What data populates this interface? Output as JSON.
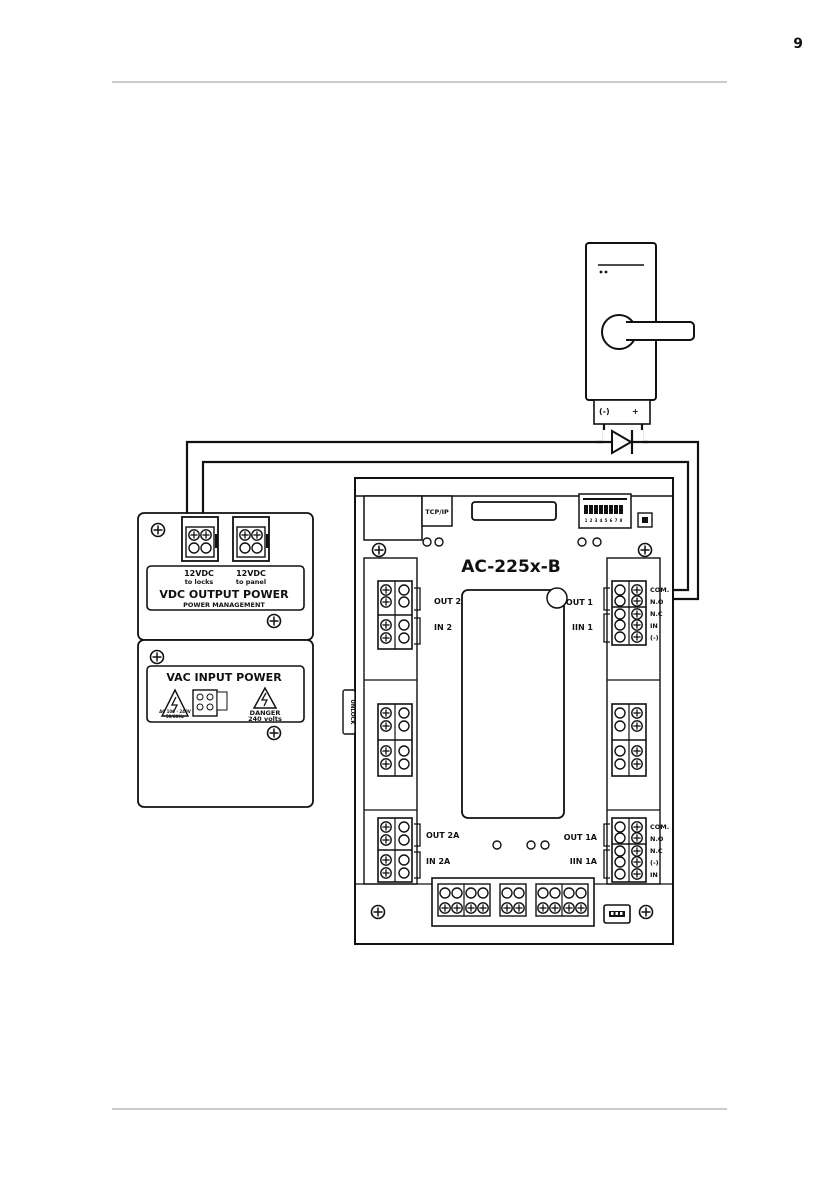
{
  "page": {
    "page_number": "9"
  },
  "lock": {
    "minus_label": "(-)",
    "plus_label": "+"
  },
  "psu": {
    "out1_label": "12VDC",
    "out1_sub": "to locks",
    "out2_label": "12VDC",
    "out2_sub": "to panel",
    "output_title": "VDC OUTPUT POWER",
    "output_sub": "POWER MANAGEMENT",
    "input_title": "VAC INPUT POWER",
    "input_line1": "AC 100 - 240V",
    "input_line2": "50/60Hz",
    "danger_label": "DANGER",
    "danger_sub": "240 volts"
  },
  "controller": {
    "model": "AC-225x-B",
    "tcp_label": "TCP/IP",
    "dip_numbers": [
      "1",
      "2",
      "3",
      "4",
      "5",
      "6",
      "7",
      "8"
    ],
    "left_top_out": "OUT 2",
    "left_top_in": "IN 2",
    "left_bottom_out": "OUT 2A",
    "left_bottom_in": "IN 2A",
    "right_top_out": "OUT 1",
    "right_top_in": "IIN 1",
    "right_bottom_out": "OUT 1A",
    "right_bottom_in": "IIN 1A",
    "right_top_terms": [
      "COM.",
      "N.O",
      "N.C",
      "IN",
      "(-)"
    ],
    "right_bottom_terms": [
      "COM.",
      "N.O",
      "N.C",
      "(-)",
      "IN"
    ],
    "tamper_label": "UNLOCK"
  },
  "colors": {
    "line": "#111111",
    "background": "#ffffff",
    "rule": "#999999"
  }
}
